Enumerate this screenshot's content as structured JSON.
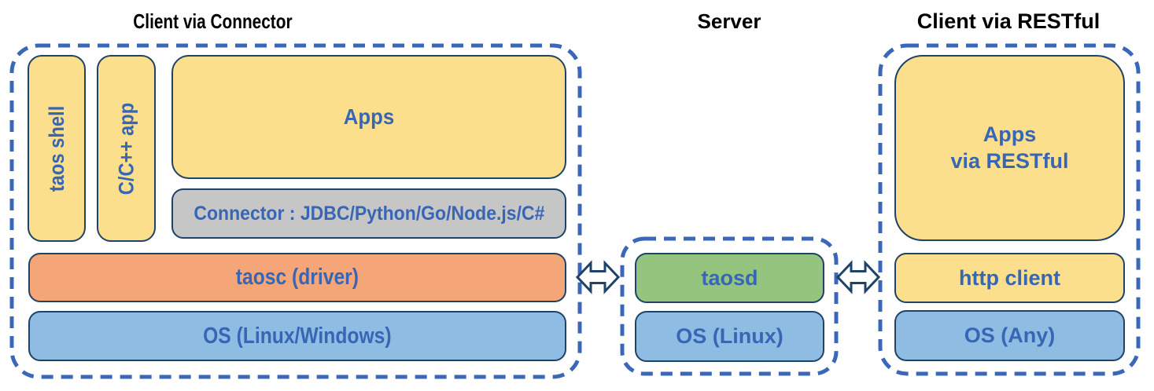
{
  "colors": {
    "box_yellow": "#FBDF8C",
    "box_orange": "#F4A678",
    "box_green": "#94C47E",
    "box_blue": "#8FBCE3",
    "box_gray": "#C6C6C6",
    "box_border_navy": "#1F4368",
    "dashed_border_blue": "#3B67B8",
    "label_blue": "#3766B4",
    "title_black": "#000000"
  },
  "sections": {
    "client_connector": {
      "title": "Client via Connector",
      "taos_shell": "taos shell",
      "cpp_app": "C/C++ app",
      "apps": "Apps",
      "connector": "Connector : JDBC/Python/Go/Node.js/C#",
      "taosc": "taosc (driver)",
      "os": "OS (Linux/Windows)"
    },
    "server": {
      "title": "Server",
      "taosd": "taosd",
      "os": "OS (Linux)"
    },
    "client_restful": {
      "title": "Client via RESTful",
      "apps_line1": "Apps",
      "apps_line2": "via RESTful",
      "http_client": "http client",
      "os": "OS (Any)"
    }
  },
  "icons": {
    "left_link": "bidirectional-arrow",
    "right_link": "bidirectional-arrow"
  }
}
